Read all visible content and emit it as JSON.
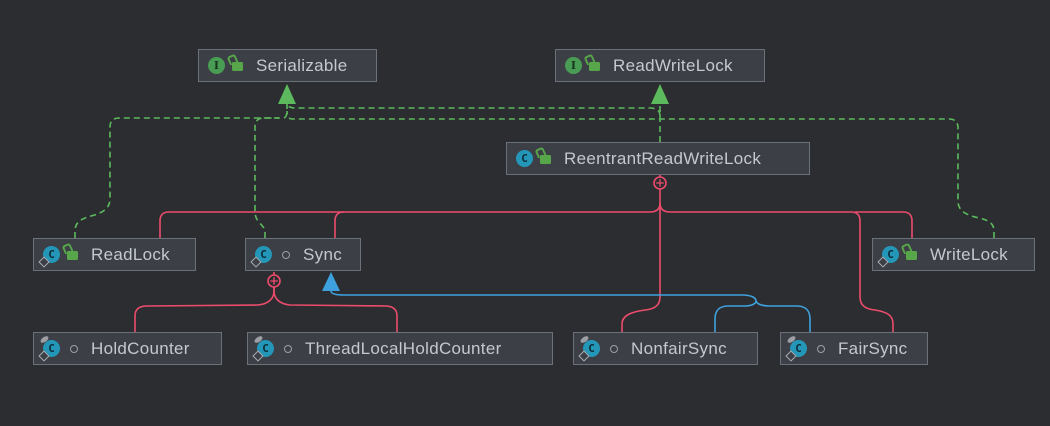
{
  "app": "UML class diagram",
  "icons": {
    "interface_letter": "I",
    "class_letter": "C"
  },
  "colors": {
    "background": "#2b2d30",
    "node_fill": "#3c3f45",
    "node_border": "#6b717a",
    "label_text": "#c4c9d0",
    "implements_green": "#5db95d",
    "inner_class_pink": "#ec4c6c",
    "extends_blue": "#3ea1dd",
    "public_lock_green": "#57a64a",
    "interface_icon_green": "#499c54",
    "class_icon_teal": "#2497b8"
  },
  "nodes": {
    "serializable": {
      "label": "Serializable",
      "kind": "interface",
      "visibility": "public"
    },
    "readwritelock": {
      "label": "ReadWriteLock",
      "kind": "interface",
      "visibility": "public"
    },
    "reentrant": {
      "label": "ReentrantReadWriteLock",
      "kind": "class",
      "visibility": "public"
    },
    "readlock": {
      "label": "ReadLock",
      "kind": "class",
      "visibility": "public",
      "modifiers": [
        "static"
      ]
    },
    "sync": {
      "label": "Sync",
      "kind": "class",
      "visibility": "package",
      "modifiers": [
        "static",
        "abstract"
      ]
    },
    "writelock": {
      "label": "WriteLock",
      "kind": "class",
      "visibility": "public",
      "modifiers": [
        "static"
      ]
    },
    "holdcounter": {
      "label": "HoldCounter",
      "kind": "class",
      "visibility": "package",
      "modifiers": [
        "static",
        "final"
      ]
    },
    "tlhc": {
      "label": "ThreadLocalHoldCounter",
      "kind": "class",
      "visibility": "package",
      "modifiers": [
        "static",
        "final"
      ]
    },
    "nonfairsync": {
      "label": "NonfairSync",
      "kind": "class",
      "visibility": "package",
      "modifiers": [
        "static",
        "final"
      ]
    },
    "fairsync": {
      "label": "FairSync",
      "kind": "class",
      "visibility": "package",
      "modifiers": [
        "static",
        "final"
      ]
    }
  },
  "edges": [
    {
      "from": "ReentrantReadWriteLock",
      "to": "ReadWriteLock",
      "type": "implements"
    },
    {
      "from": "ReentrantReadWriteLock",
      "to": "Serializable",
      "type": "implements"
    },
    {
      "from": "ReadLock",
      "to": "Serializable",
      "type": "implements"
    },
    {
      "from": "Sync",
      "to": "Serializable",
      "type": "implements"
    },
    {
      "from": "WriteLock",
      "to": "Serializable",
      "type": "implements"
    },
    {
      "from": "ReentrantReadWriteLock",
      "to": "ReadLock",
      "type": "inner-class"
    },
    {
      "from": "ReentrantReadWriteLock",
      "to": "Sync",
      "type": "inner-class"
    },
    {
      "from": "ReentrantReadWriteLock",
      "to": "WriteLock",
      "type": "inner-class"
    },
    {
      "from": "ReentrantReadWriteLock",
      "to": "NonfairSync",
      "type": "inner-class"
    },
    {
      "from": "ReentrantReadWriteLock",
      "to": "FairSync",
      "type": "inner-class"
    },
    {
      "from": "Sync",
      "to": "HoldCounter",
      "type": "inner-class"
    },
    {
      "from": "Sync",
      "to": "ThreadLocalHoldCounter",
      "type": "inner-class"
    },
    {
      "from": "NonfairSync",
      "to": "Sync",
      "type": "extends"
    },
    {
      "from": "FairSync",
      "to": "Sync",
      "type": "extends"
    }
  ]
}
